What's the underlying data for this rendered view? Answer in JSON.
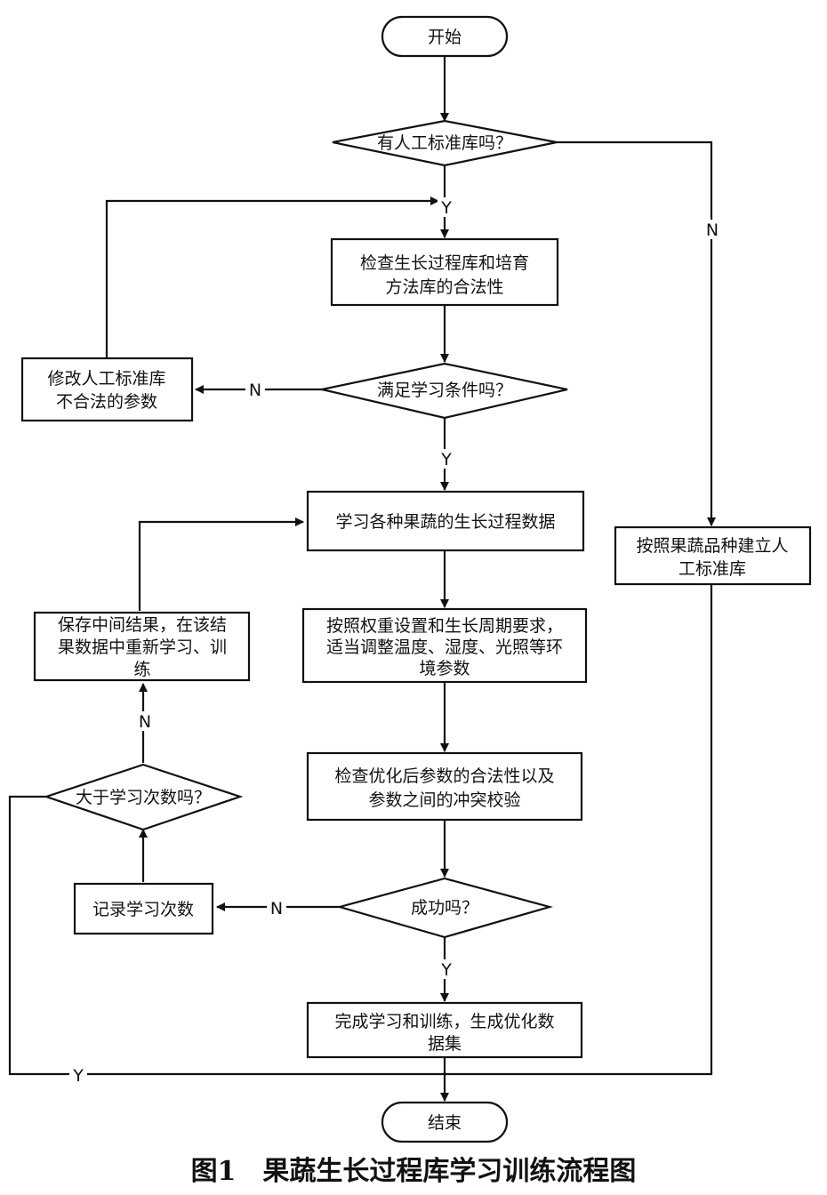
{
  "nodes": {
    "start": "开始",
    "q_standard": "有人工标准库吗？",
    "check_legal": [
      "检查生长过程库和培育",
      "方法库的合法性"
    ],
    "q_condition": "满足学习条件吗？",
    "modify": [
      "修改人工标准库",
      "不合法的参数"
    ],
    "learn": "学习各种果蔬的生长过程数据",
    "adjust": [
      "按照权重设置和生长周期要求，",
      "适当调整温度、湿度、光照等环",
      "境参数"
    ],
    "save": [
      "保存中间结果，在该结",
      "果数据中重新学习、训",
      "练"
    ],
    "check_conflict": [
      "检查优化后参数的合法性以及",
      "参数之间的冲突校验"
    ],
    "q_count": "大于学习次数吗？",
    "record": "记录学习次数",
    "q_success": "成功吗？",
    "complete": [
      "完成学习和训练，生成优化数",
      "据集"
    ],
    "build": [
      "按照果蔬品种建立人",
      "工标准库"
    ],
    "end": "结束"
  },
  "labels": {
    "yes": "Y",
    "no": "N"
  },
  "caption": "图1　果蔬生长过程库学习训练流程图"
}
